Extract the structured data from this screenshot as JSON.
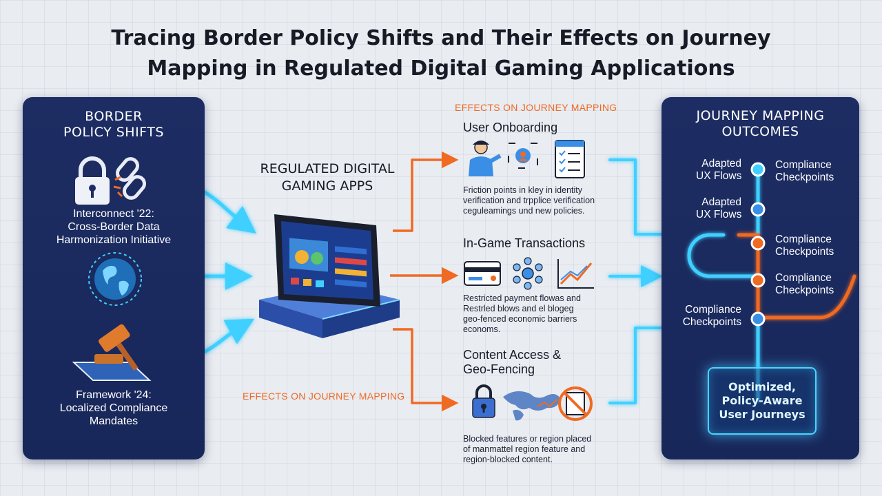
{
  "title": {
    "line1": "Tracing Border Policy Shifts and Their Effects on Journey",
    "line2": "Mapping in Regulated Digital Gaming Applications"
  },
  "left_panel": {
    "title_line1": "BORDER",
    "title_line2": "POLICY SHIFTS",
    "item1": {
      "line1": "Interconnect '22:",
      "line2": "Cross-Border Data",
      "line3": "Harmonization Initiative"
    },
    "item2": {
      "line1": "Framework '24:",
      "line2": "Localized Compliance",
      "line3": "Mandates"
    }
  },
  "center": {
    "title_line1": "REGULATED DIGITAL",
    "title_line2": "GAMING APPS"
  },
  "effects": {
    "label_top": "EFFECTS ON JOURNEY MAPPING",
    "label_bottom": "EFFECTS ON JOURNEY MAPPING",
    "onboarding": {
      "title": "User Onboarding",
      "line1": "Friction points in kley in identity",
      "line2": "verification and trpplice verification",
      "line3": "ceguleamings und new policies."
    },
    "transactions": {
      "title": "In-Game Transactions",
      "line1": "Restricted payment flowas and",
      "line2": "Restrled blows and el blogeg",
      "line3": "geo-fenced economic barriers",
      "line4": "economs."
    },
    "content": {
      "title_line1": "Content Access &",
      "title_line2": "Geo-Fencing",
      "line1": "Blocked features or region placed",
      "line2": "of manmattel region feature and",
      "line3": "region-blocked content."
    }
  },
  "right_panel": {
    "title_line1": "JOURNEY MAPPING",
    "title_line2": "OUTCOMES",
    "labels": {
      "adapted1_line1": "Adapted",
      "adapted1_line2": "UX Flows",
      "compliance1_line1": "Compliance",
      "compliance1_line2": "Checkpoints",
      "adapted2_line1": "Adapted",
      "adapted2_line2": "UX Flows",
      "compliance2_line1": "Compliance",
      "compliance2_line2": "Checkpoints",
      "compliance3_line1": "Compliance",
      "compliance3_line2": "Checkpoints",
      "compliance4_line1": "Compliance",
      "compliance4_line2": "Checkpoints"
    },
    "final_line1": "Optimized,",
    "final_line2": "Policy-Aware",
    "final_line3": "User Journeys"
  },
  "colors": {
    "panel": "#1c2c60",
    "accent_orange": "#f06a22",
    "accent_cyan": "#3fd0ff"
  }
}
